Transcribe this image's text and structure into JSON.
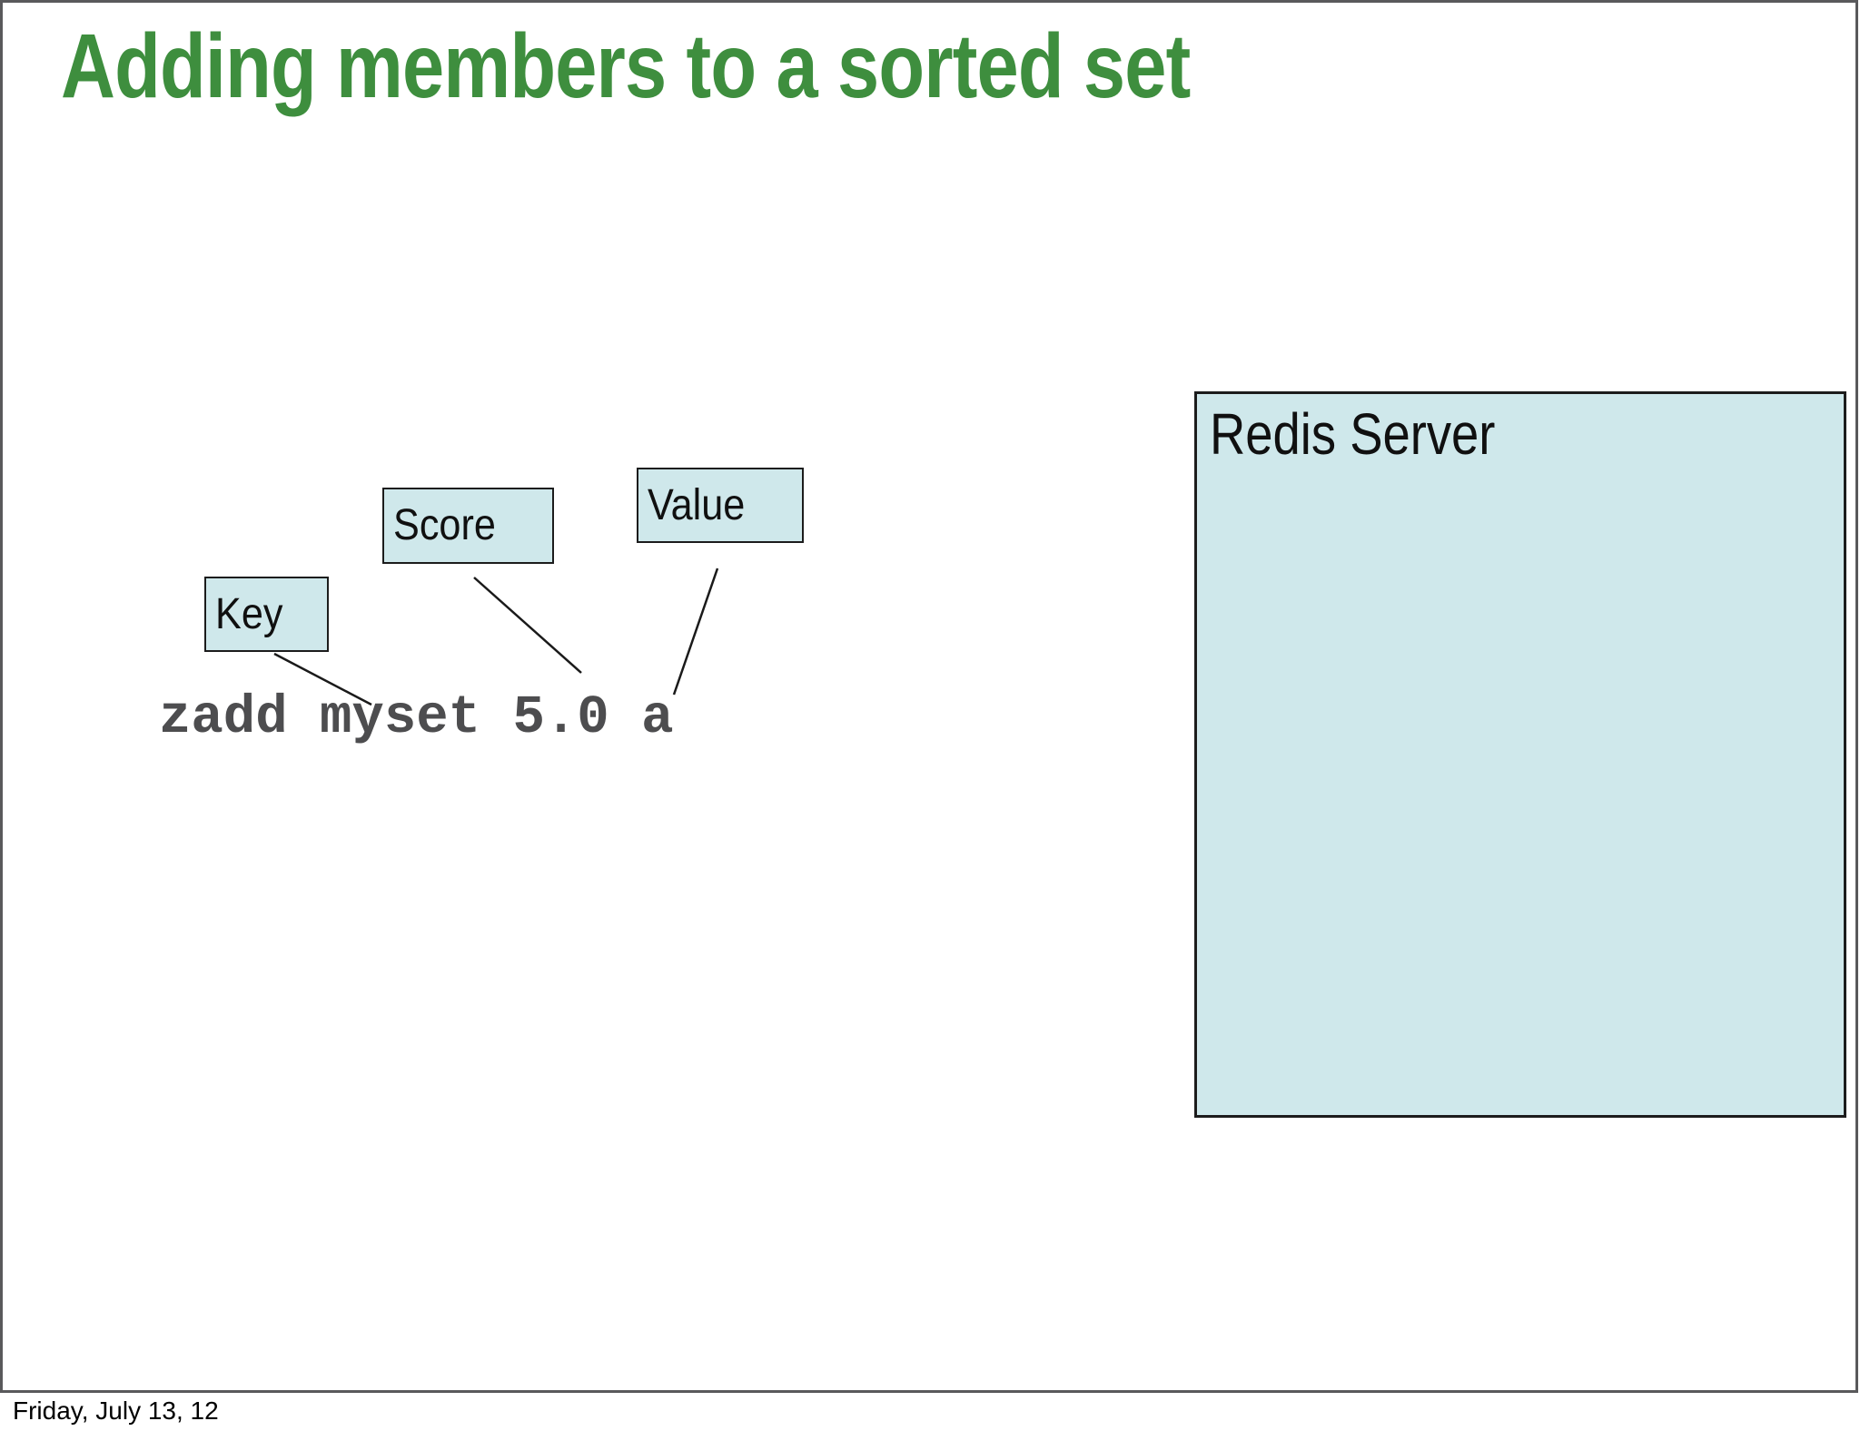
{
  "slide": {
    "title": "Adding members to a sorted set",
    "command": "zadd myset 5.0 a",
    "boxes": {
      "key_label": "Key",
      "score_label": "Score",
      "value_label": "Value",
      "server_label": "Redis Server"
    },
    "connectors": [
      {
        "from": "key-box",
        "to": "command myset"
      },
      {
        "from": "score-box",
        "to": "command 5.0"
      },
      {
        "from": "value-box",
        "to": "command a"
      }
    ],
    "footer": "Friday, July 13, 12"
  },
  "colors": {
    "title_green": "#3e8e3e",
    "box_fill": "#cfe8eb",
    "box_border": "#1c1c1c",
    "command_gray": "#4d4d4f",
    "slide_border": "#59595b",
    "footer_black": "#000000"
  }
}
